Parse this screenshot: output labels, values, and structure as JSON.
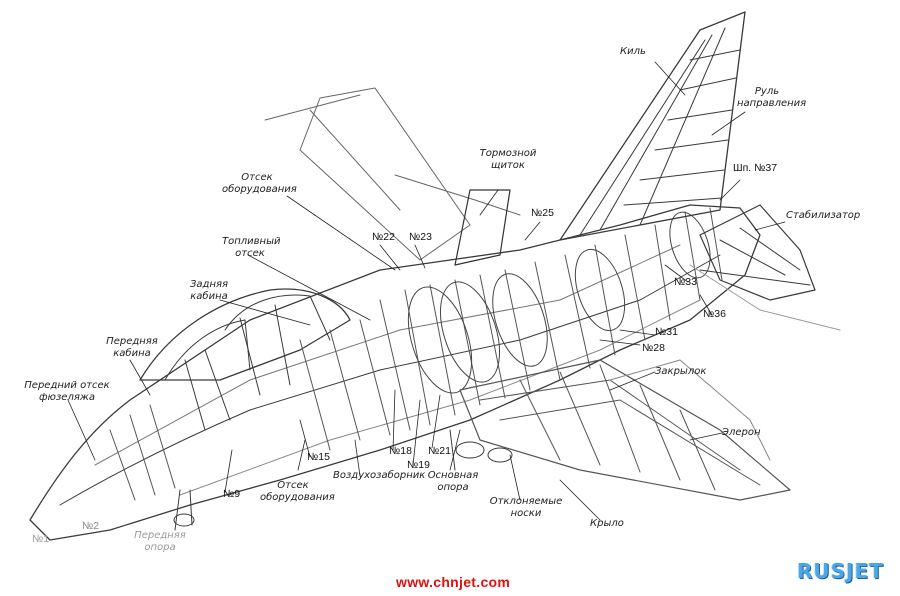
{
  "labels": {
    "kil": "Киль",
    "rul": "Руль направления",
    "shp37": "Шп. №37",
    "stab": "Стабилизатор",
    "tormoz": "Тормозной щиток",
    "n25": "№25",
    "n22": "№22",
    "n23": "№23",
    "otsek_top": "Отсек оборудования",
    "toplivo": "Топливный отсек",
    "zadnyaya": "Задняя кабина",
    "perednyaya": "Передняя кабина",
    "perednij_otsek": "Передний отсек фюзеляжа",
    "n33": "№33",
    "n36": "№36",
    "n31": "№31",
    "n28": "№28",
    "zakrylok": "Закрылок",
    "eleron": "Элерон",
    "n15": "№15",
    "n18": "№18",
    "n19": "№19",
    "n21": "№21",
    "n9": "№9",
    "otsek_bot": "Отсек оборудования",
    "vozduh": "Воздухозаборник",
    "osnovnaya": "Основная опора",
    "otklon": "Отклоняемые носки",
    "krylo": "Крыло",
    "n2": "№2",
    "n1": "№1",
    "perednyaya_opora": "Передняя опора"
  },
  "watermark": "www.chnjet.com",
  "logo": "RUSJET"
}
